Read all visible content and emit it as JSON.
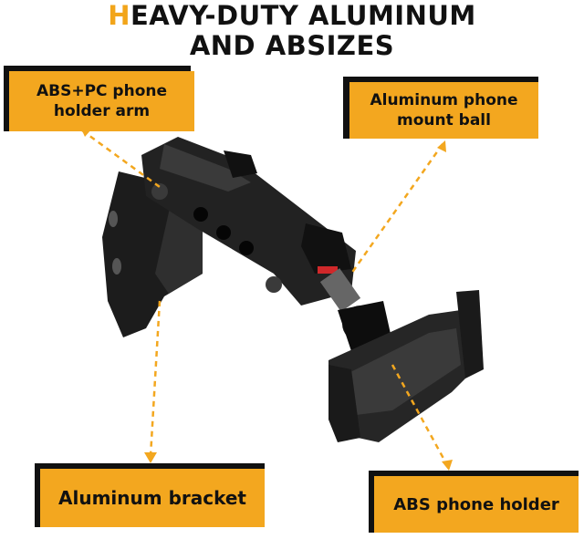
{
  "title": {
    "line1_first": "H",
    "line1_rest": "EAVY-DUTY ALUMINUM",
    "line2": "AND ABSIZES"
  },
  "labels": {
    "arm_line1": "ABS+PC phone",
    "arm_line2": "holder arm",
    "ball_line1": "Aluminum phone",
    "ball_line2": "mount ball",
    "bracket": "Aluminum bracket",
    "holder": "ABS phone holder"
  },
  "colors": {
    "accent": "#f3a71f",
    "dark": "#111111"
  }
}
